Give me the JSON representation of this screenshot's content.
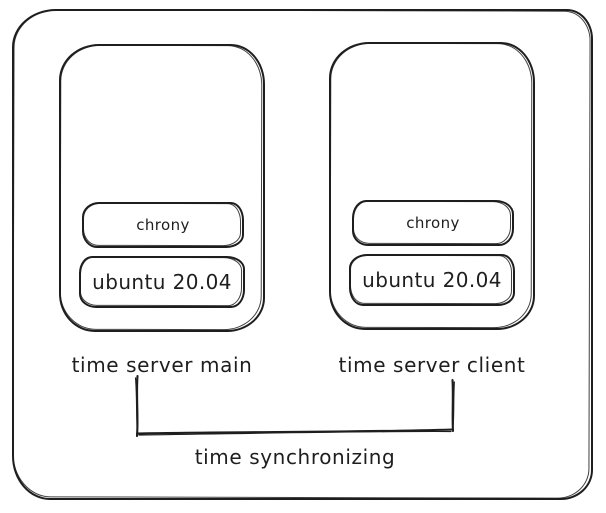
{
  "diagram": {
    "servers": [
      {
        "label": "time server main",
        "components": [
          {
            "label": "chrony"
          },
          {
            "label": "ubuntu 20.04"
          }
        ]
      },
      {
        "label": "time server client",
        "components": [
          {
            "label": "chrony"
          },
          {
            "label": "ubuntu 20.04"
          }
        ]
      }
    ],
    "connector": {
      "label": "time synchronizing"
    },
    "colors": {
      "ink": "#1e1e1e",
      "background": "#ffffff"
    }
  }
}
